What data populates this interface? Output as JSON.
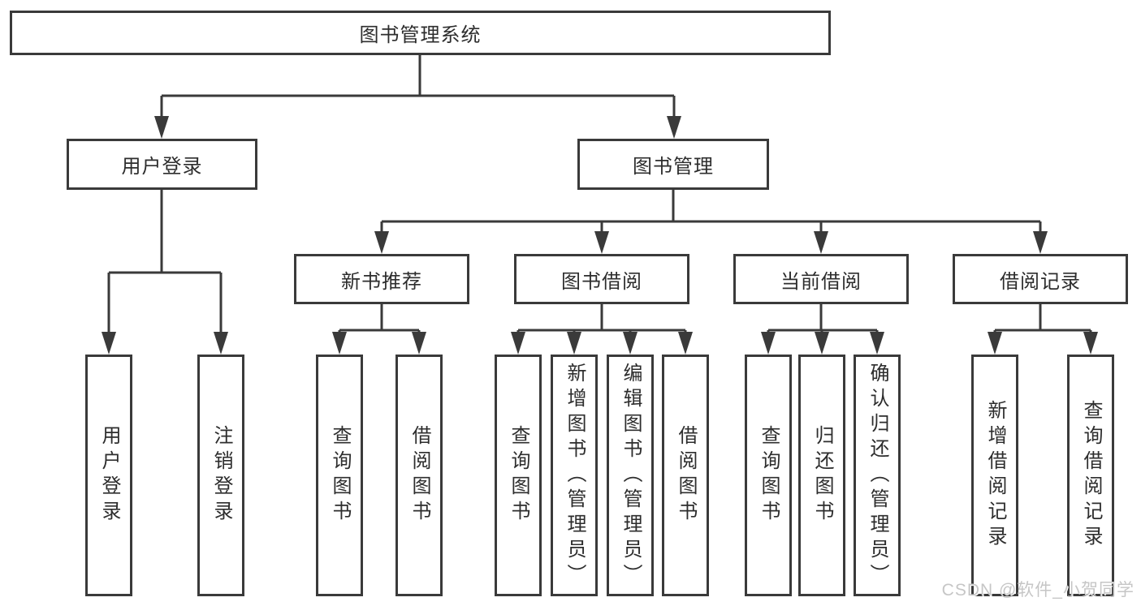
{
  "diagram": {
    "type": "hierarchy-tree",
    "watermark": "CSDN @软件_小贺同学",
    "colors": {
      "line": "#3a3a3a",
      "border": "#3a3a3a",
      "text": "#2d2d2d",
      "background": "#ffffff",
      "watermark": "#c6c6c6"
    },
    "tree": {
      "label": "图书管理系统",
      "children": [
        {
          "label": "用户登录",
          "children": [
            {
              "label": "用户登录"
            },
            {
              "label": "注销登录"
            }
          ]
        },
        {
          "label": "图书管理",
          "children": [
            {
              "label": "新书推荐",
              "children": [
                {
                  "label": "查询图书"
                },
                {
                  "label": "借阅图书"
                }
              ]
            },
            {
              "label": "图书借阅",
              "children": [
                {
                  "label": "查询图书"
                },
                {
                  "label": "新增图书（管理员）"
                },
                {
                  "label": "编辑图书（管理员）"
                },
                {
                  "label": "借阅图书"
                }
              ]
            },
            {
              "label": "当前借阅",
              "children": [
                {
                  "label": "查询图书"
                },
                {
                  "label": "归还图书"
                },
                {
                  "label": "确认归还（管理员）"
                }
              ]
            },
            {
              "label": "借阅记录",
              "children": [
                {
                  "label": "新增借阅记录"
                },
                {
                  "label": "查询借阅记录"
                }
              ]
            }
          ]
        }
      ]
    }
  }
}
